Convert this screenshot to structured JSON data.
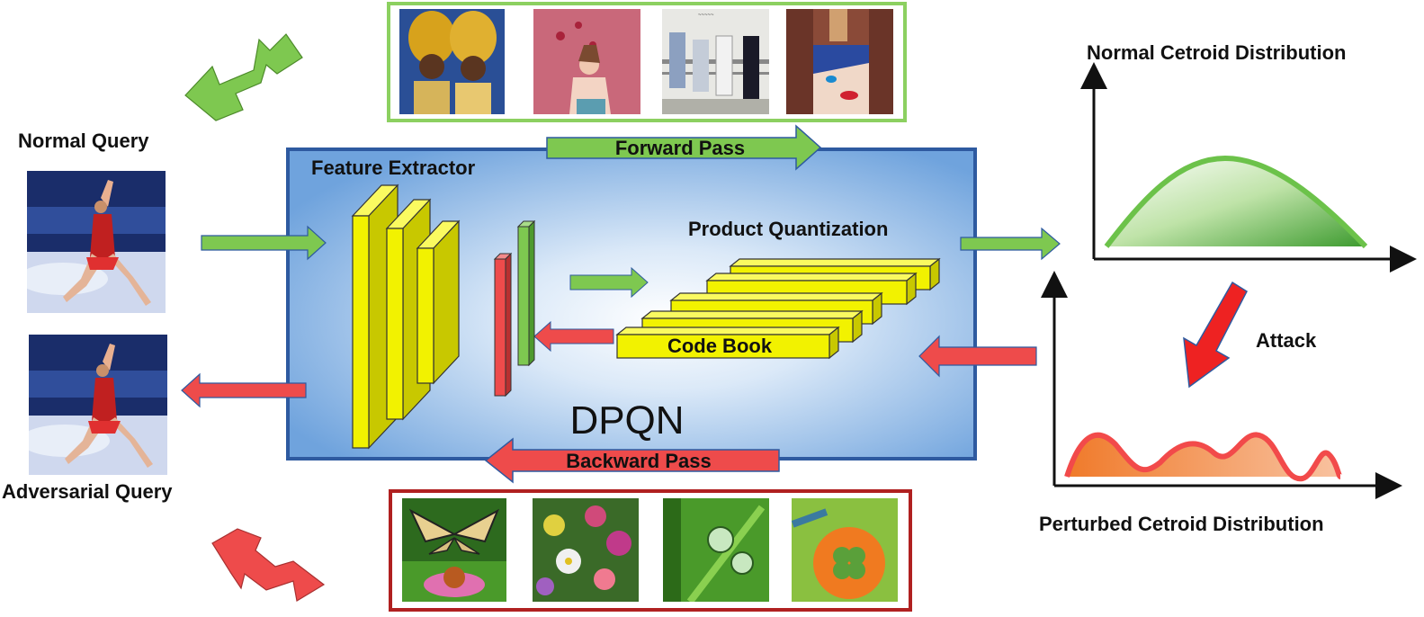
{
  "labels": {
    "normal_query": "Normal Query",
    "adversarial_query": "Adversarial Query",
    "feature_extractor": "Feature Extractor",
    "forward_pass": "Forward Pass",
    "backward_pass": "Backward Pass",
    "product_quantization": "Product Quantization",
    "code_book": "Code Book",
    "model_name": "DPQN",
    "normal_distribution": "Normal Cetroid Distribution",
    "perturbed_distribution": "Perturbed Cetroid Distribution",
    "attack": "Attack"
  },
  "colors": {
    "forward": "#7ec850",
    "backward": "#ee4b4b",
    "feature_block": "#f2f200",
    "panel_border": "#2e5aa0",
    "normal_curve": "#6cc24a",
    "perturbed_curve": "#f06a3a"
  },
  "retrieved_normal": [
    "women-in-gold-headdresses",
    "girl-with-balloons",
    "children-at-railing",
    "pop-art-woman"
  ],
  "retrieved_adversarial": [
    "butterfly-on-flower",
    "flower-field",
    "dew-drops-on-grass",
    "felt-clover-ornament"
  ]
}
